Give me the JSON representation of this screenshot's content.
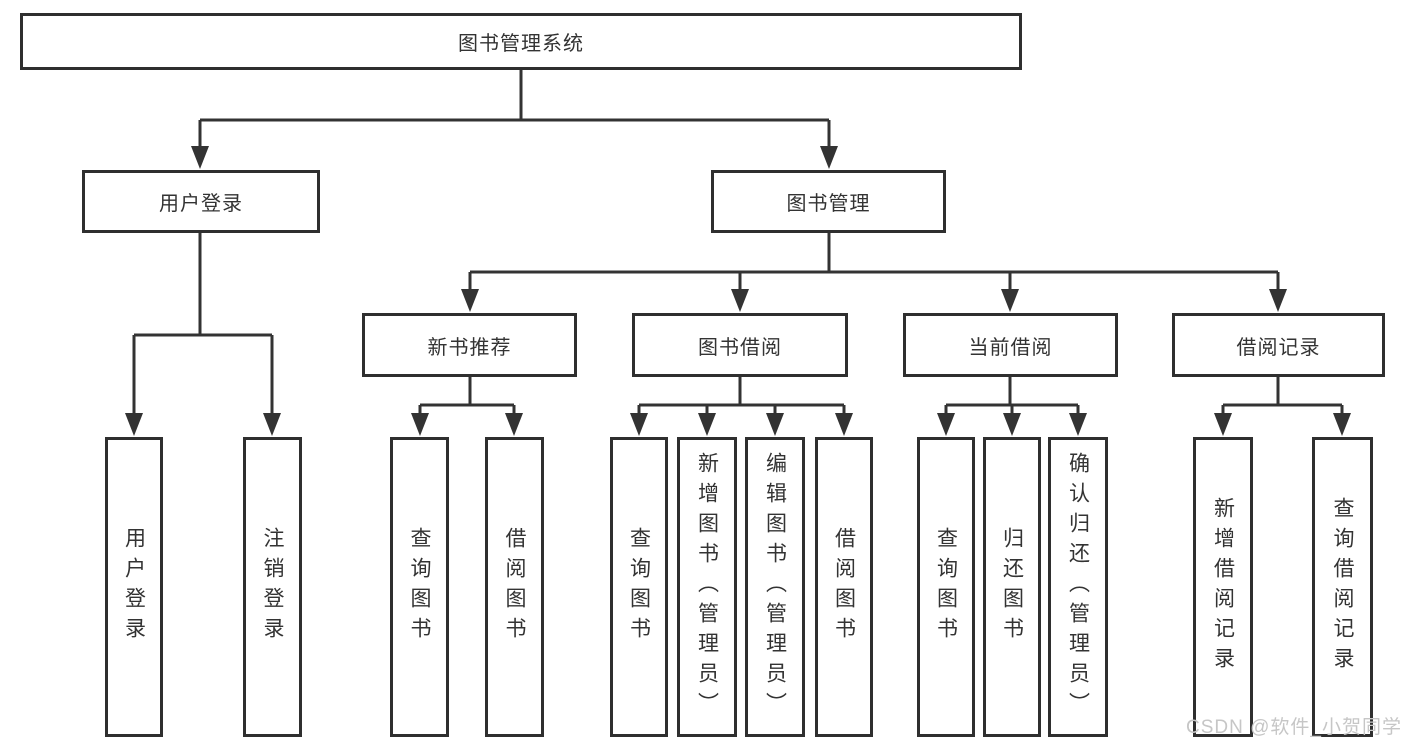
{
  "diagram": {
    "root": {
      "label": "图书管理系统"
    },
    "branches": [
      {
        "label": "用户登录",
        "children": [
          {
            "label": "用户登录"
          },
          {
            "label": "注销登录"
          }
        ]
      },
      {
        "label": "图书管理",
        "children": [
          {
            "label": "新书推荐",
            "children": [
              {
                "label": "查询图书"
              },
              {
                "label": "借阅图书"
              }
            ]
          },
          {
            "label": "图书借阅",
            "children": [
              {
                "label": "查询图书"
              },
              {
                "label": "新增图书（管理员）"
              },
              {
                "label": "编辑图书（管理员）"
              },
              {
                "label": "借阅图书"
              }
            ]
          },
          {
            "label": "当前借阅",
            "children": [
              {
                "label": "查询图书"
              },
              {
                "label": "归还图书"
              },
              {
                "label": "确认归还（管理员）"
              }
            ]
          },
          {
            "label": "借阅记录",
            "children": [
              {
                "label": "新增借阅记录"
              },
              {
                "label": "查询借阅记录"
              }
            ]
          }
        ]
      }
    ]
  },
  "watermark": {
    "text": "CSDN @软件_小贺同学"
  },
  "colors": {
    "line": "#333333",
    "text": "#333333",
    "background": "#ffffff",
    "watermark": "#c6c6c6"
  }
}
